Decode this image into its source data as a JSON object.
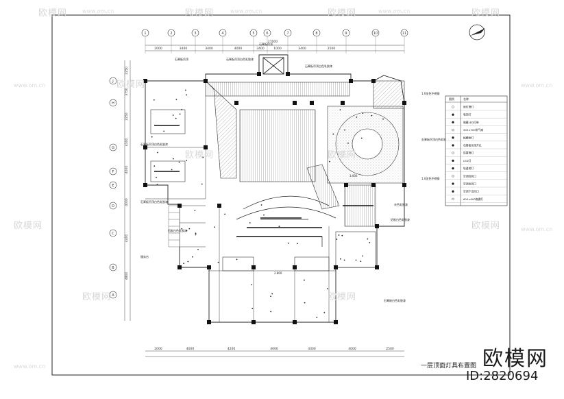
{
  "watermark": {
    "brand": "欧模网",
    "url": "www.om.cn"
  },
  "drawing": {
    "title": "一层顶面灯具布置图",
    "dim_total_top": "27000",
    "dims_top": [
      "2000",
      "3400",
      "3400",
      "4000",
      "3400",
      "1000",
      "3400",
      "2500"
    ],
    "dims_bottom": [
      "2000",
      "4000",
      "4200",
      "4000",
      "4300",
      "4000",
      "2500"
    ],
    "dims_left": [
      "2250",
      "3750",
      "2250",
      "4100",
      "4000",
      "4000",
      "4400",
      "4800"
    ],
    "axes_top": [
      "1",
      "2",
      "3",
      "4",
      "5",
      "6",
      "7",
      "8",
      "9",
      "10",
      "11"
    ],
    "axes_left": [
      "J",
      "H",
      "G",
      "F",
      "E",
      "D",
      "C",
      "B",
      "A"
    ],
    "labels": [
      "石膏板吊顶",
      "石膏板吊顶白色乳胶漆",
      "石膏板吊顶",
      "石膏板吊顶白色乳胶漆",
      "1.0金色不锈钢",
      "石膏板吊顶白色乳胶漆",
      "1.0金色不锈钢",
      "石膏板吊顶白色乳胶漆",
      "石膏板吊顶白色乳胶漆",
      "服务台",
      "灰色乳胶漆",
      "铝板白色乳胶漆",
      "铝板白色乳胶漆",
      "石膏板白色乳胶漆",
      "3.000",
      "2.800"
    ]
  },
  "legend": {
    "header": [
      "图例",
      "名称"
    ],
    "rows": [
      "射灯筒灯",
      "吸顶灯",
      "暗藏LED灯带",
      "300×300排气扇",
      "格栅射灯",
      "石膏板吊顶开孔",
      "防雾筒灯",
      "LED灯",
      "轨道射灯",
      "空调回风口",
      "空调出风口",
      "空调下出风口",
      "600×600格栅灯"
    ]
  },
  "brand": {
    "name": "欧模网",
    "id": "ID:2820694"
  }
}
